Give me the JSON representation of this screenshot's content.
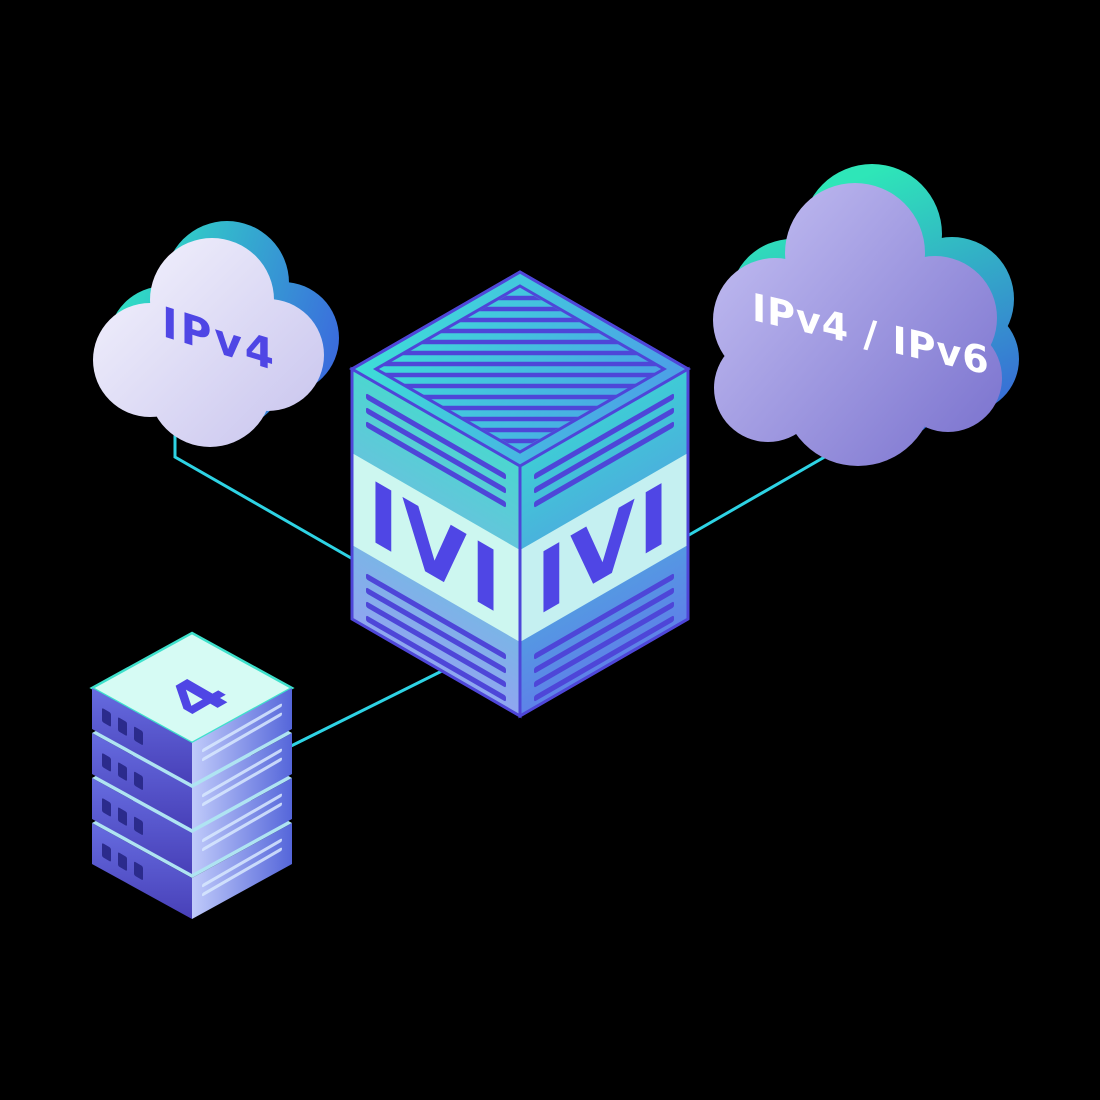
{
  "diagram": {
    "background": "#000000",
    "left_cloud": {
      "label": "IPv4"
    },
    "right_cloud": {
      "label": "IPv4 / IPv6"
    },
    "translator_box": {
      "front_left_label": "IVI",
      "front_right_label": "IVI"
    },
    "server_stack": {
      "top_label": "4"
    },
    "colors": {
      "connector_teal": "#2ED3E4",
      "outline_indigo": "#4E46D8",
      "label_indigo": "#4F46E5",
      "label_white": "#FFFFFF",
      "accent_teal": "#2EE6C2",
      "accent_blue": "#3C5FE0"
    }
  }
}
